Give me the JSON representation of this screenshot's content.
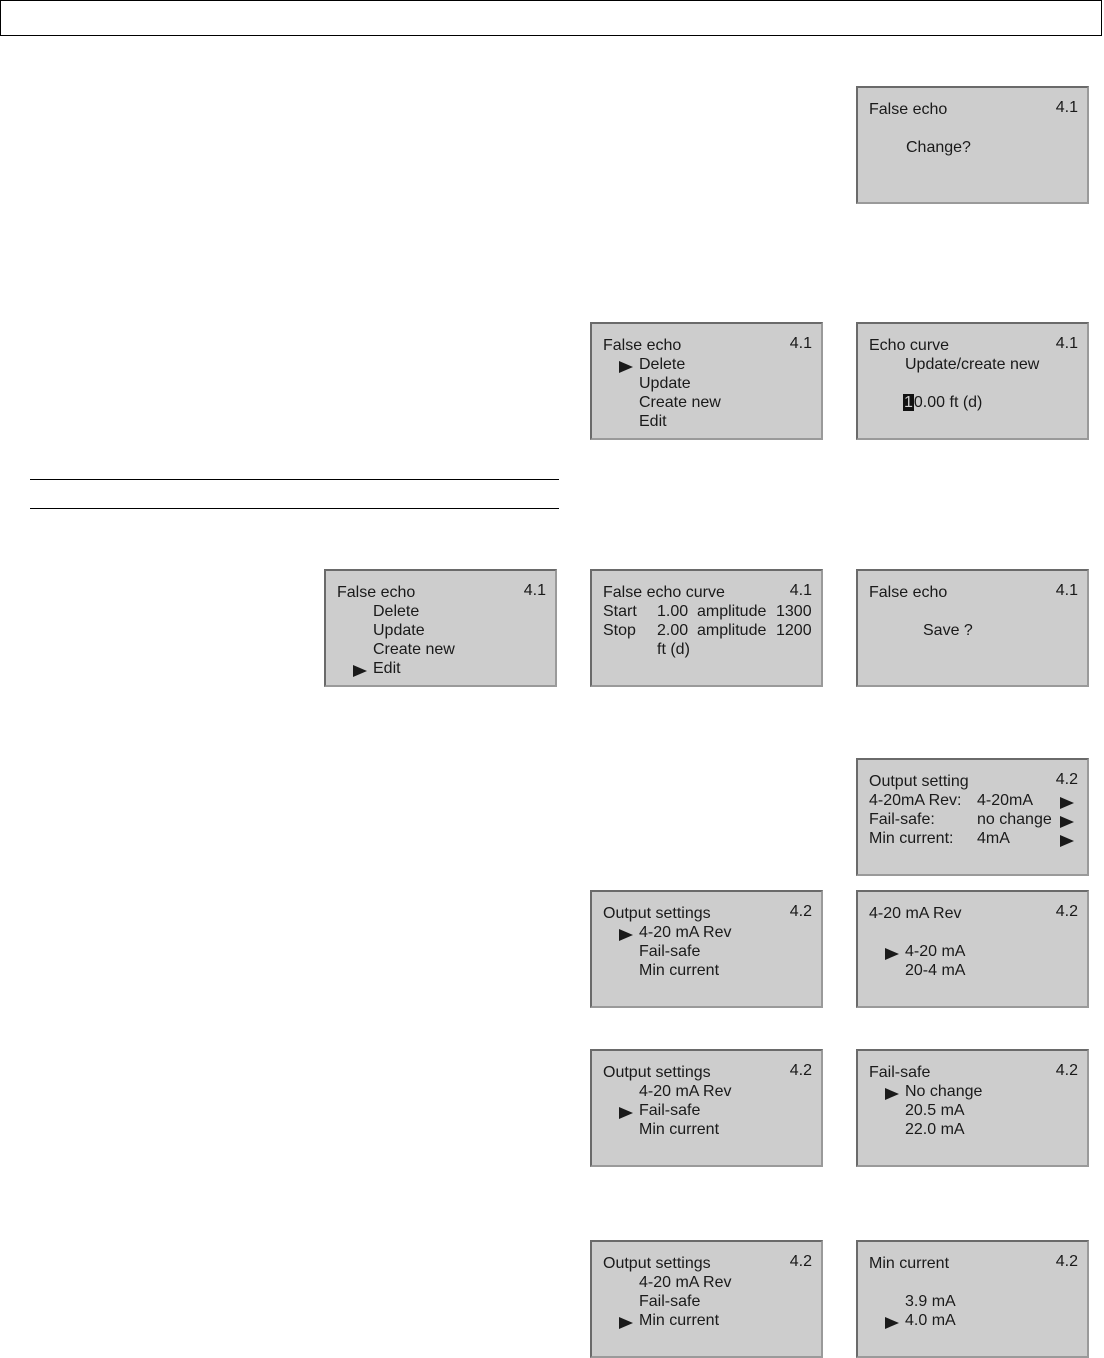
{
  "screens": {
    "s1": {
      "title": "False echo",
      "num": "4.1",
      "line": "Change?"
    },
    "s2": {
      "title": "False echo",
      "num": "4.1",
      "items": [
        "Delete",
        "Update",
        "Create new",
        "Edit"
      ]
    },
    "s3": {
      "title": "Echo curve",
      "num": "4.1",
      "subtitle": "Update/create new",
      "value_cursor": "1",
      "value_rest": "0.00 ft (d)"
    },
    "s4": {
      "title": "False echo",
      "num": "4.1",
      "items": [
        "Delete",
        "Update",
        "Create new",
        "Edit"
      ]
    },
    "s5": {
      "title": "False echo curve",
      "num": "4.1",
      "rows": [
        {
          "label": "Start",
          "pos": "1.00",
          "amp_label": "amplitude",
          "amp": "1300"
        },
        {
          "label": "Stop",
          "pos": "2.00",
          "amp_label": "amplitude",
          "amp": "1200"
        }
      ],
      "unit": "ft (d)"
    },
    "s6": {
      "title": "False echo",
      "num": "4.1",
      "line": "Save ?"
    },
    "s7": {
      "title": "Output setting",
      "num": "4.2",
      "rows": [
        {
          "label": "4-20mA Rev:",
          "value": "4-20mA"
        },
        {
          "label": "Fail-safe:",
          "value": "no change"
        },
        {
          "label": "Min current:",
          "value": "4mA"
        }
      ]
    },
    "s8": {
      "title": "Output settings",
      "num": "4.2",
      "items": [
        "4-20 mA Rev",
        "Fail-safe",
        "Min current"
      ]
    },
    "s9": {
      "title": "4-20 mA Rev",
      "num": "4.2",
      "items": [
        "4-20 mA",
        "20-4 mA"
      ]
    },
    "s10": {
      "title": "Output settings",
      "num": "4.2",
      "items": [
        "4-20 mA Rev",
        "Fail-safe",
        "Min current"
      ]
    },
    "s11": {
      "title": "Fail-safe",
      "num": "4.2",
      "items": [
        "No change",
        "20.5 mA",
        "22.0 mA"
      ]
    },
    "s12": {
      "title": "Output settings",
      "num": "4.2",
      "items": [
        "4-20 mA Rev",
        "Fail-safe",
        "Min current"
      ]
    },
    "s13": {
      "title": "Min current",
      "num": "4.2",
      "items": [
        "3.9 mA",
        "4.0 mA"
      ]
    }
  }
}
